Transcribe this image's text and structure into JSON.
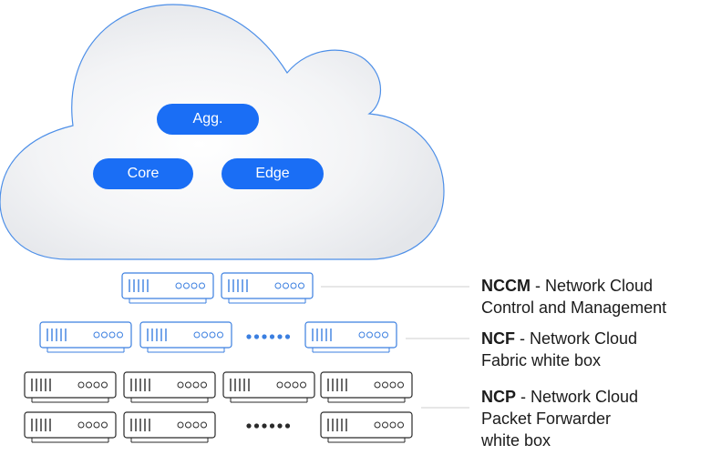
{
  "cloud": {
    "nodes": {
      "agg": "Agg.",
      "core": "Core",
      "edge": "Edge"
    }
  },
  "legend": {
    "nccm": {
      "abbr": "NCCM",
      "line1": " - Network Cloud",
      "line2": "Control and Management"
    },
    "ncf": {
      "abbr": "NCF",
      "line1": " - Network Cloud",
      "line2": "Fabric white box"
    },
    "ncp": {
      "abbr": "NCP",
      "line1": " - Network Cloud",
      "line2": "Packet Forwarder",
      "line3": "white box"
    }
  },
  "colors": {
    "accent": "#1a6ef5",
    "blue_box": "#3b7fe0",
    "dark_box": "#2a2a2a",
    "cloud_outline": "#4d8fe8",
    "connector": "#cfcfcf"
  }
}
